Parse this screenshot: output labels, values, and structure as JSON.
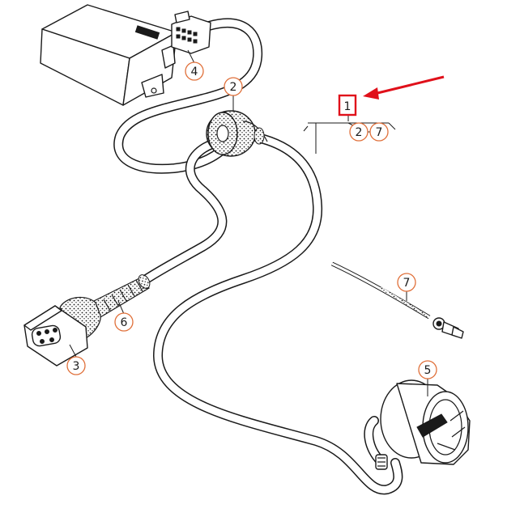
{
  "callouts": {
    "c1": "1",
    "c2_top": "2",
    "c2_group": "2",
    "c7_group": "7",
    "c3": "3",
    "c4": "4",
    "c5": "5",
    "c6": "6",
    "c7": "7"
  },
  "colors": {
    "callout_ring": "#e0703a",
    "highlight": "#e0101a",
    "line": "#1a1a1a"
  },
  "icons": {
    "control_unit": "control-module-icon",
    "grommet": "grommet-icon",
    "trailer_socket": "trailer-socket-icon",
    "plug_connector": "plug-connector-icon",
    "cable_tie": "cable-tie-icon"
  }
}
